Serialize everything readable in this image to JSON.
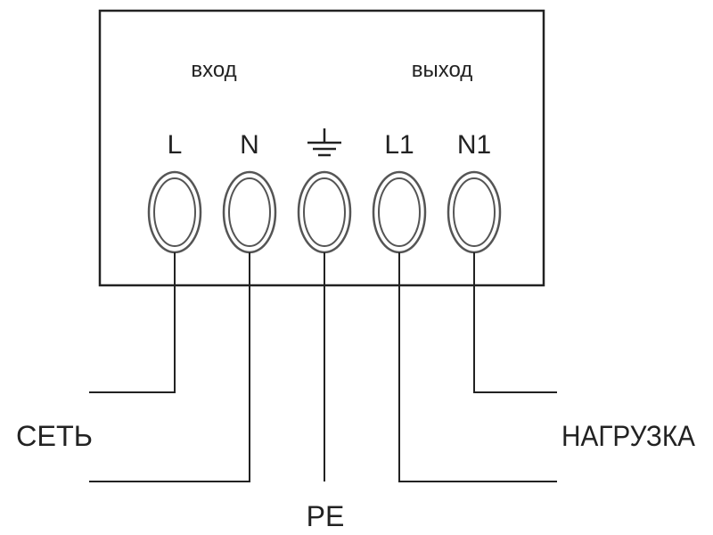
{
  "headers": {
    "input": "вход",
    "output": "выход"
  },
  "terminals": [
    {
      "id": "L",
      "label": "L"
    },
    {
      "id": "N",
      "label": "N"
    },
    {
      "id": "PE",
      "label": "",
      "icon": "ground-icon"
    },
    {
      "id": "L1",
      "label": "L1"
    },
    {
      "id": "N1",
      "label": "N1"
    }
  ],
  "labels": {
    "network": "СЕТЬ",
    "load": "НАГРУЗКА",
    "pe": "PE"
  },
  "colors": {
    "line": "#222222",
    "ring": "#555555",
    "background": "#ffffff"
  }
}
